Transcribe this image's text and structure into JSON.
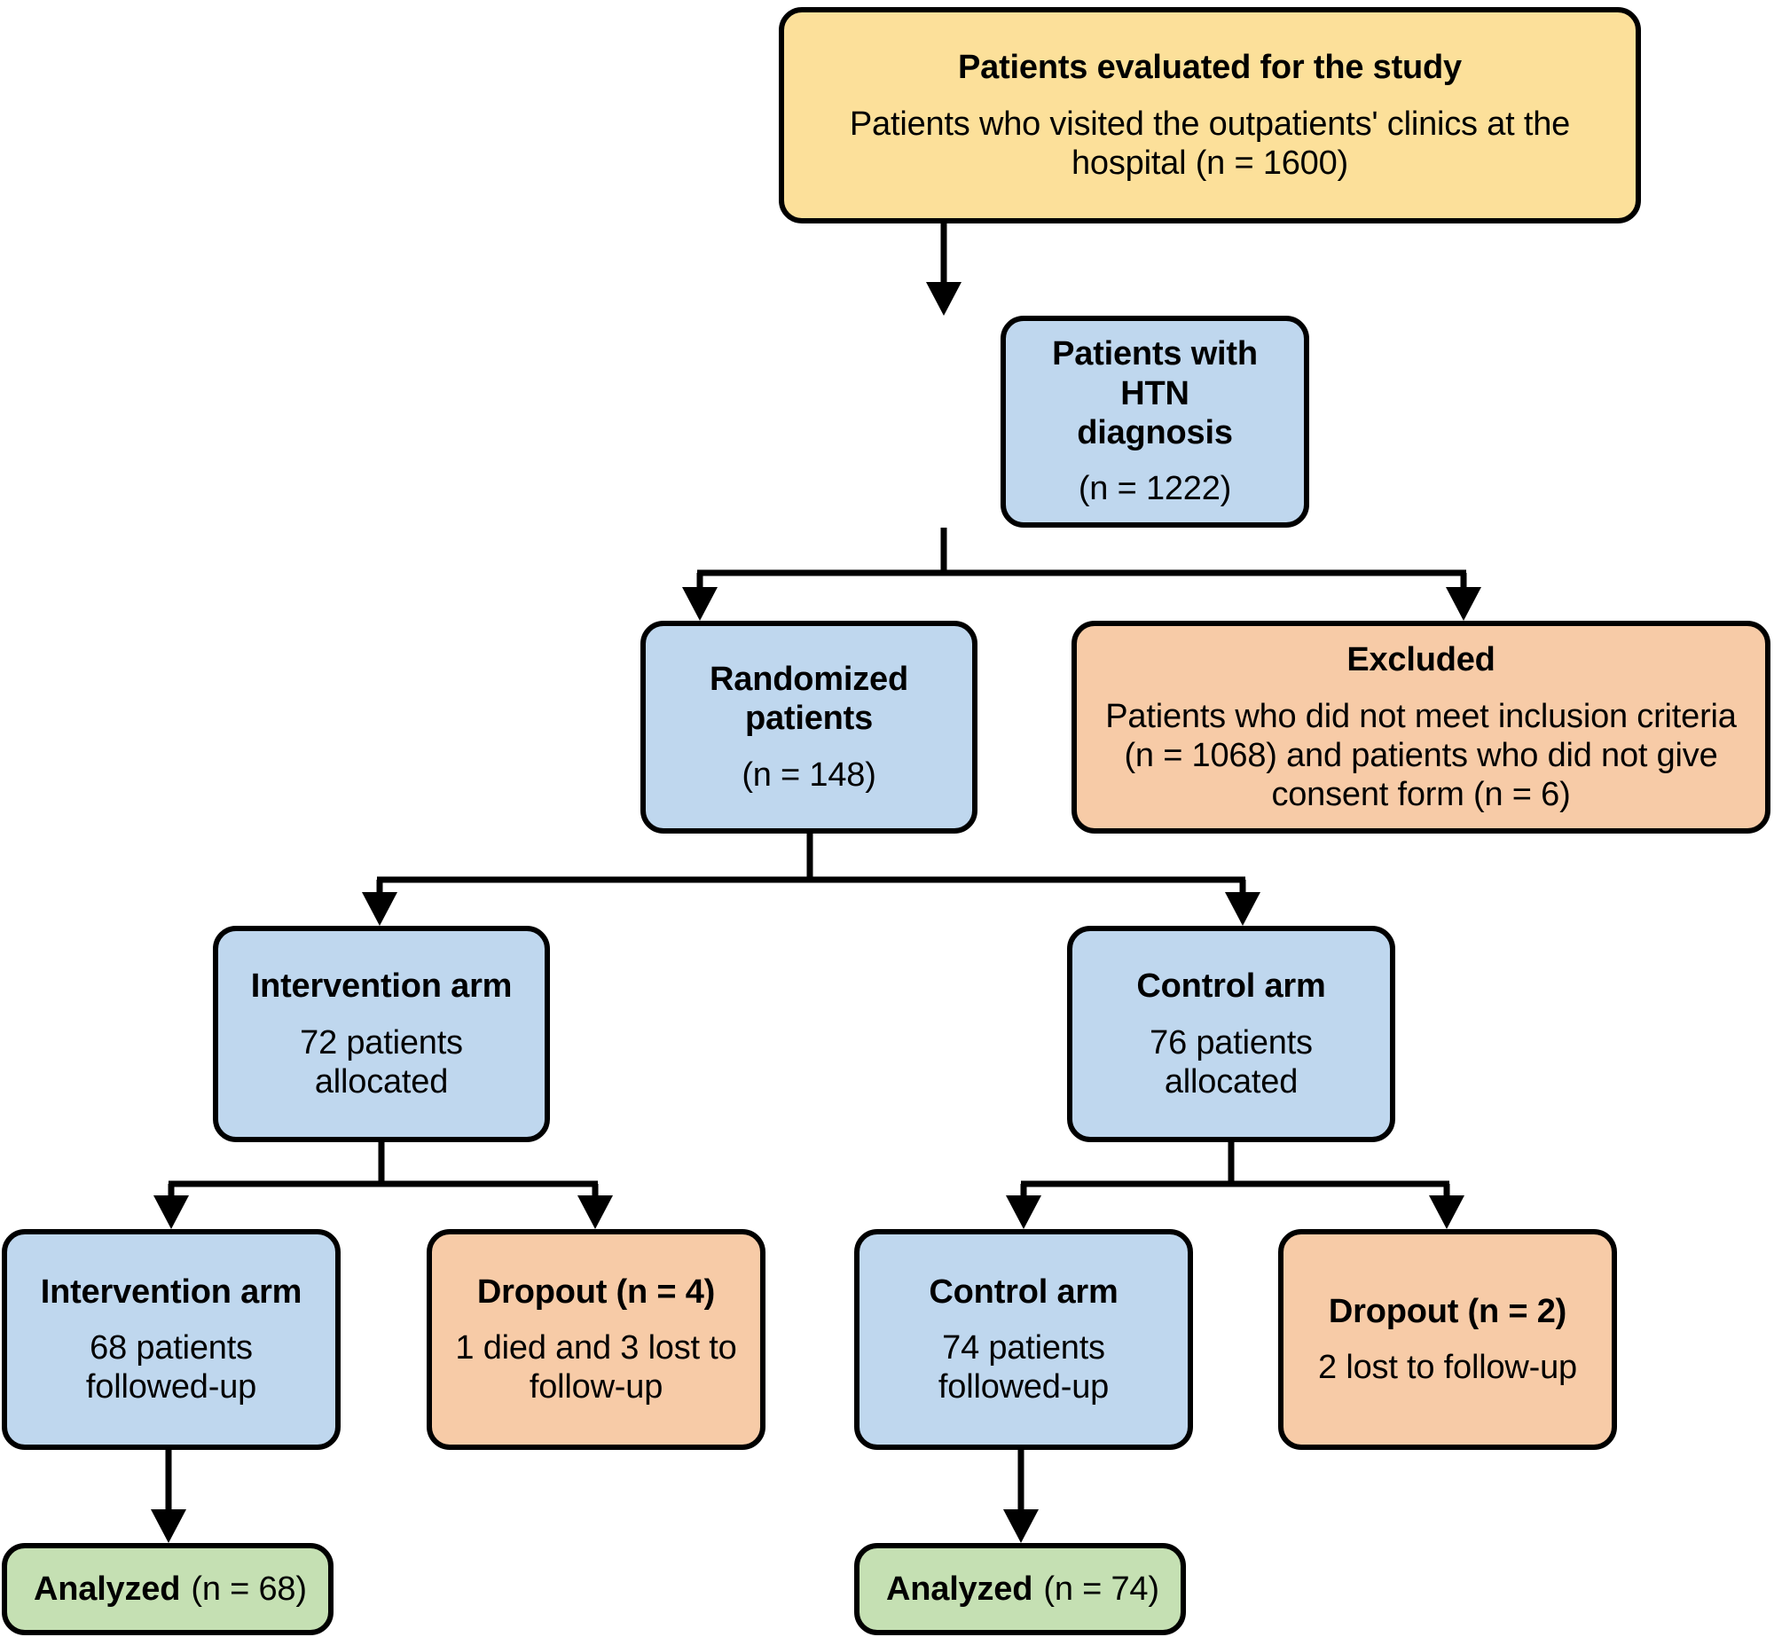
{
  "diagram": {
    "type": "consort-flow-diagram",
    "colors": {
      "enrollment": "#fce09a",
      "flow": "#bfd7ee",
      "exclusion": "#f7cba7",
      "analysis": "#c5e0b3",
      "stroke": "#000000"
    }
  },
  "nodes": {
    "evaluated": {
      "title": "Patients evaluated for the study",
      "line1": "Patients who visited the outpatients' clinics at the",
      "line2": "hospital (n = 1600)",
      "n": 1600
    },
    "htn": {
      "title_line1": "Patients with HTN",
      "title_line2": "diagnosis",
      "count": "(n = 1222)",
      "n": 1222
    },
    "randomized": {
      "title_line1": "Randomized",
      "title_line2": "patients",
      "count": "(n = 148)",
      "n": 148
    },
    "excluded": {
      "title": "Excluded",
      "line1": "Patients who did not meet inclusion criteria",
      "line2": "(n = 1068) and patients who did not give",
      "line3": "consent form (n = 6)",
      "n_no_criteria": 1068,
      "n_no_consent": 6
    },
    "intervention_allocated": {
      "title": "Intervention arm",
      "line1": "72 patients",
      "line2": "allocated",
      "n": 72
    },
    "control_allocated": {
      "title": "Control arm",
      "line1": "76 patients",
      "line2": "allocated",
      "n": 76
    },
    "intervention_followed": {
      "title": "Intervention arm",
      "line1": "68 patients",
      "line2": "followed-up",
      "n": 68
    },
    "dropout_intervention": {
      "title": "Dropout (n = 4)",
      "line1": "1 died and 3 lost to",
      "line2": "follow-up",
      "n": 4
    },
    "control_followed": {
      "title": "Control arm",
      "line1": "74 patients",
      "line2": "followed-up",
      "n": 74
    },
    "dropout_control": {
      "title": "Dropout (n = 2)",
      "line1": "2 lost to follow-up",
      "n": 2
    },
    "analyzed_intervention": {
      "title": "Analyzed",
      "count": "(n = 68)",
      "n": 68
    },
    "analyzed_control": {
      "title": "Analyzed",
      "count": "(n = 74)",
      "n": 74
    }
  }
}
